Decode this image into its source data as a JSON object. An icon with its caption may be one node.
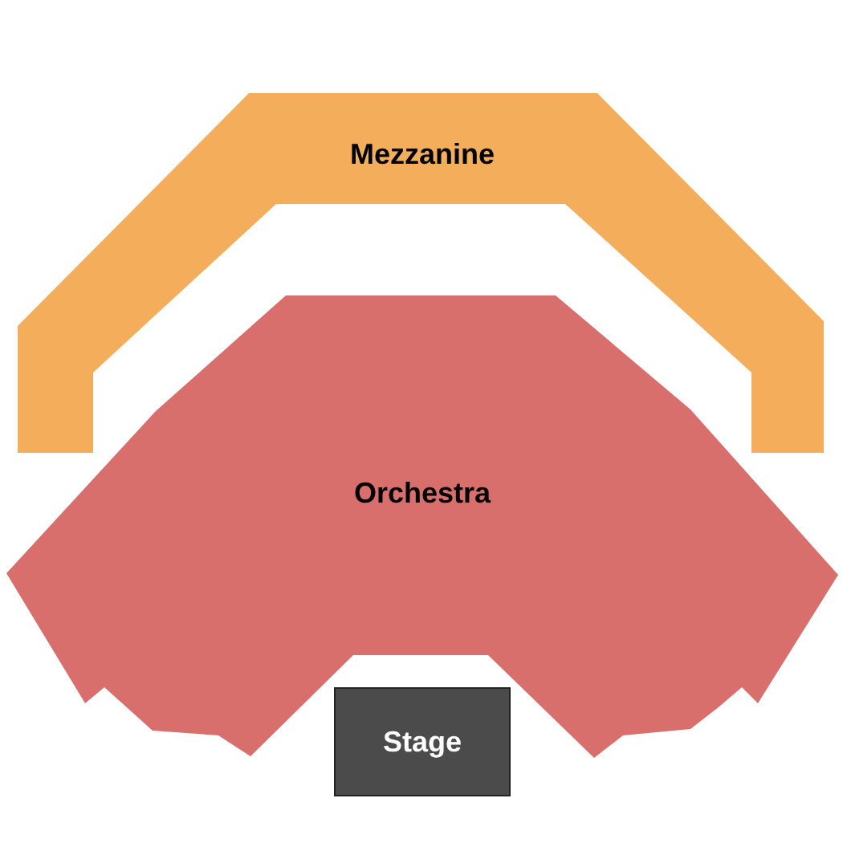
{
  "diagram": {
    "nodes": [
      {
        "text": [
          "Mezzanine"
        ]
      },
      {
        "text": [
          "Orchestra"
        ]
      },
      {
        "text": [
          "Stage"
        ]
      }
    ]
  }
}
